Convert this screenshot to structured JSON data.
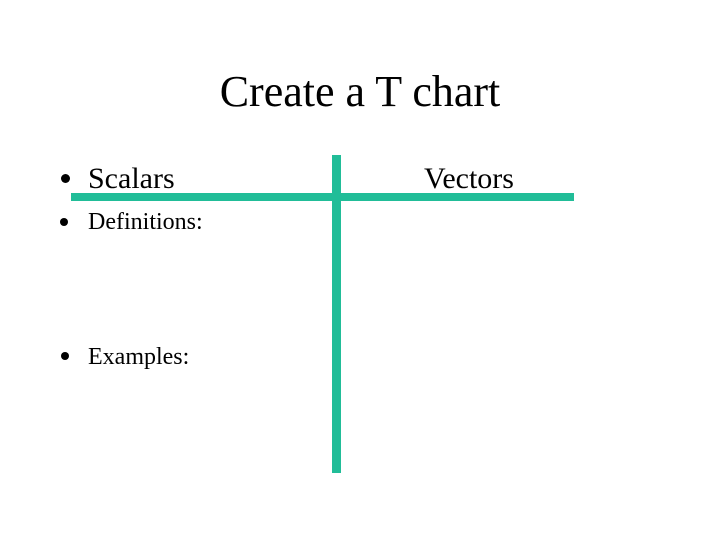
{
  "slide": {
    "title": "Create a T chart",
    "left_column": {
      "header": "Scalars",
      "items": [
        "Definitions:",
        "Examples:"
      ]
    },
    "right_column": {
      "header": "Vectors"
    },
    "icons": {
      "bullet": "filled-circle"
    },
    "colors": {
      "background": "#ffffff",
      "text": "#000000",
      "t_chart_line": "#21bd98"
    }
  }
}
